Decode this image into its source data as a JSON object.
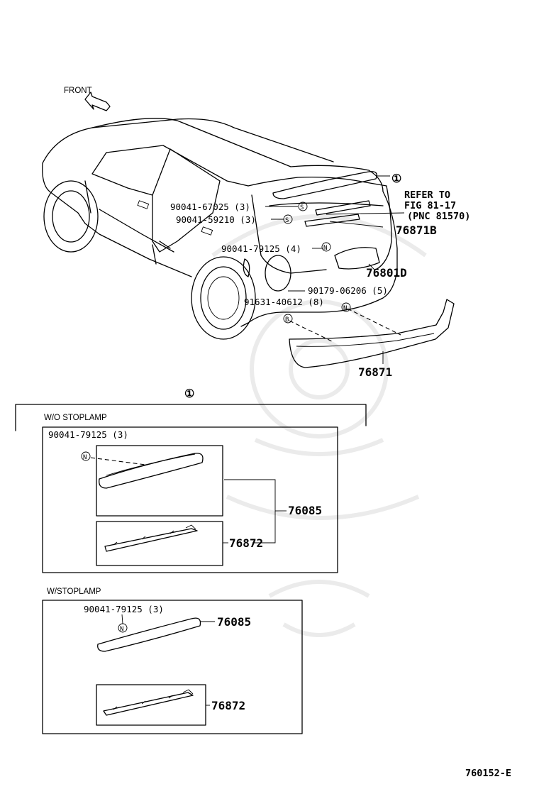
{
  "front_label": "FRONT",
  "callouts": {
    "circle_ref": "①",
    "p_67025": "90041-67025 (3)",
    "p_59210": "90041-59210 (3)",
    "p_79125_4": "90041-79125 (4)",
    "p_06206": "90179-06206 (5)",
    "p_40612": "91631-40612 (8)",
    "refer_line1": "REFER TO",
    "refer_line2": "FIG 81-17",
    "refer_line3": "(PNC 81570)",
    "p_76871B": "76871B",
    "p_76801D": "76801D",
    "p_76871": "76871"
  },
  "fastener_symbols": {
    "s": "S",
    "n": "N",
    "b": "B"
  },
  "detail": {
    "title_ref": "①",
    "wo_stoplamp": {
      "header": "W/O STOPLAMP",
      "clip": "90041-79125 (3)",
      "spoiler": "76085",
      "bracket": "76872"
    },
    "w_stoplamp": {
      "header": "W/STOPLAMP",
      "clip": "90041-79125 (3)",
      "spoiler": "76085",
      "bracket": "76872"
    }
  },
  "figure_code": "760152-E"
}
